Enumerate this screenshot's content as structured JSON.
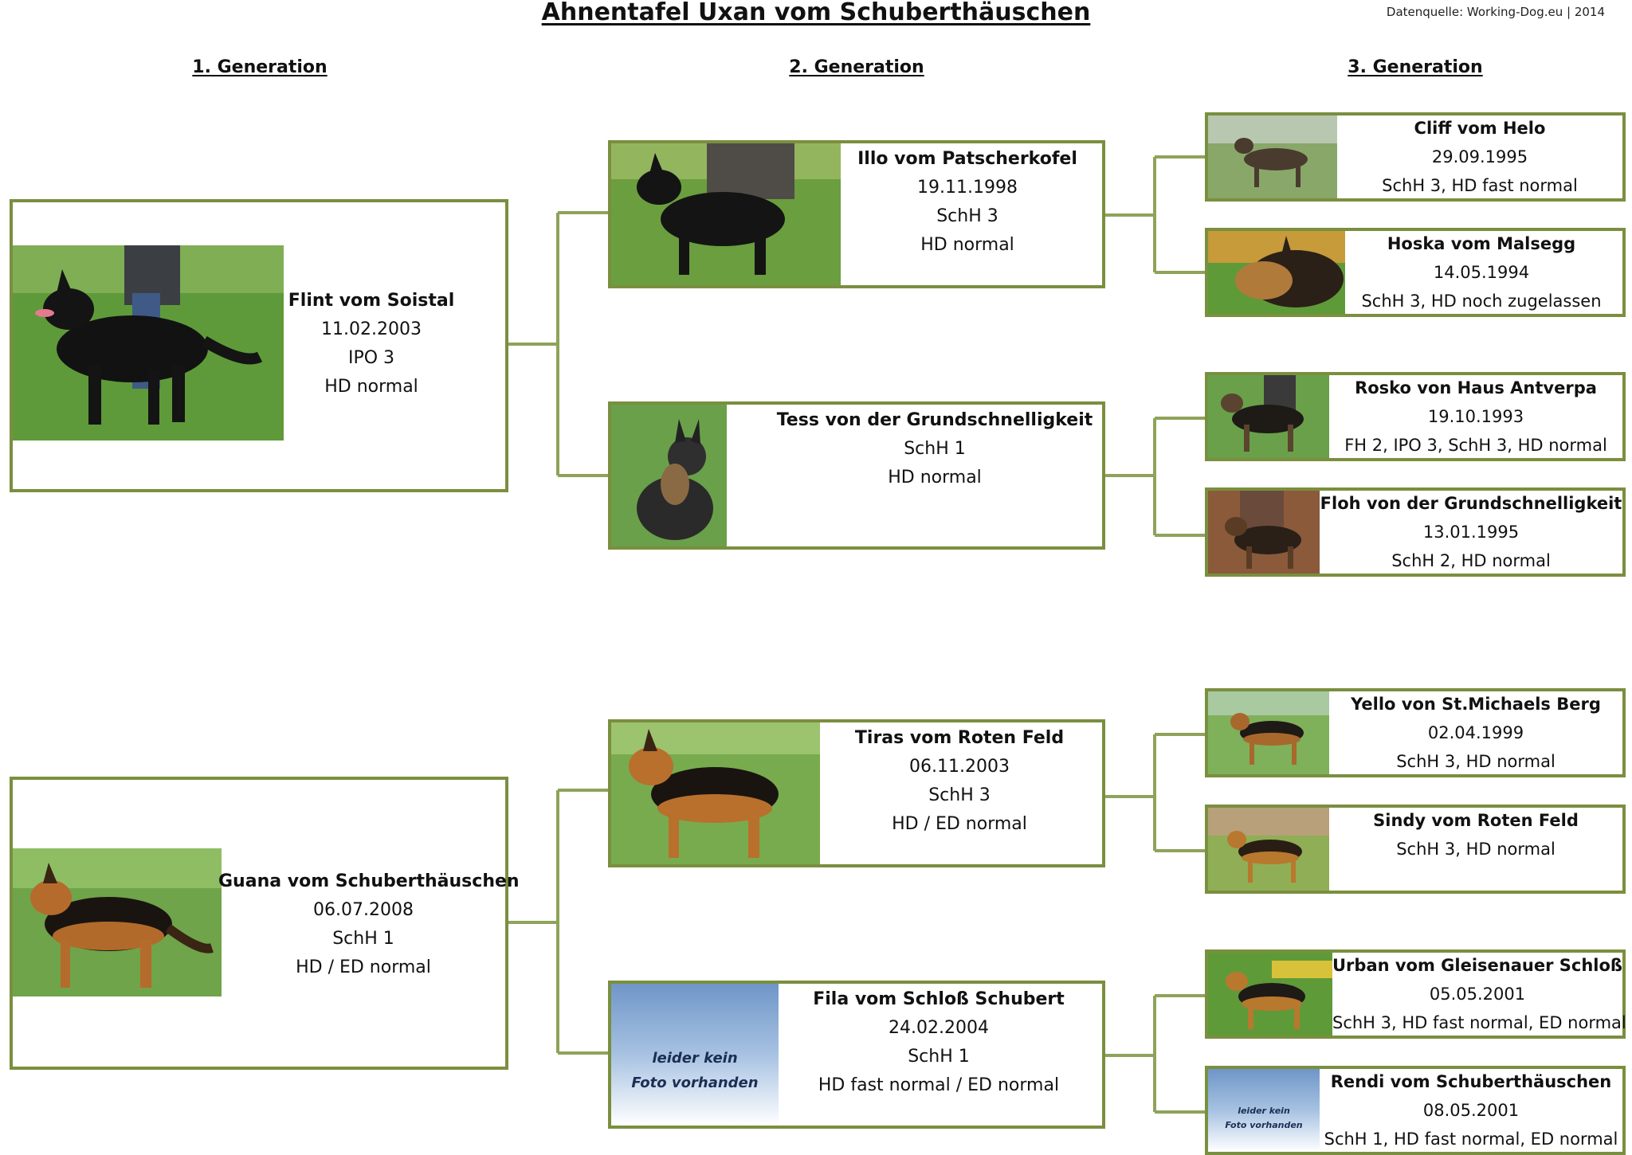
{
  "title": "Ahnentafel Uxan vom Schuberthäuschen",
  "source": "Datenquelle: Working-Dog.eu | 2014",
  "generations": [
    "1. Generation",
    "2. Generation",
    "3. Generation"
  ],
  "no_photo": {
    "line1": "leider kein",
    "line2": "Foto vorhanden"
  },
  "colors": {
    "border": "#7a8f3f",
    "line": "#8ea35a"
  },
  "gen1": [
    {
      "name": "Flint vom Soistal",
      "lines": [
        "11.02.2003",
        "IPO 3",
        "HD normal"
      ]
    },
    {
      "name": "Guana vom Schuberthäuschen",
      "lines": [
        "06.07.2008",
        "SchH 1",
        "HD / ED normal"
      ]
    }
  ],
  "gen2": [
    {
      "name": "Illo vom Patscherkofel",
      "lines": [
        "19.11.1998",
        "SchH 3",
        "HD normal"
      ]
    },
    {
      "name": "Tess von der Grundschnelligkeit",
      "lines": [
        "SchH 1",
        "HD normal",
        ""
      ]
    },
    {
      "name": "Tiras vom Roten Feld",
      "lines": [
        "06.11.2003",
        "SchH 3",
        "HD / ED normal"
      ]
    },
    {
      "name": "Fila vom Schloß Schubert",
      "lines": [
        "24.02.2004",
        "SchH 1",
        "HD fast normal / ED normal"
      ]
    }
  ],
  "gen3": [
    {
      "name": "Cliff vom Helo",
      "lines": [
        "29.09.1995",
        "SchH 3, HD fast normal"
      ]
    },
    {
      "name": "Hoska vom Malsegg",
      "lines": [
        "14.05.1994",
        "SchH 3, HD noch zugelassen"
      ]
    },
    {
      "name": "Rosko von Haus Antverpa",
      "lines": [
        "19.10.1993",
        "FH 2, IPO 3, SchH 3, HD normal"
      ]
    },
    {
      "name": "Floh von der Grundschnelligkeit",
      "lines": [
        "13.01.1995",
        "SchH 2, HD normal"
      ]
    },
    {
      "name": "Yello von St.Michaels Berg",
      "lines": [
        "02.04.1999",
        "SchH 3, HD normal"
      ]
    },
    {
      "name": "Sindy vom Roten Feld",
      "lines": [
        "SchH 3, HD normal",
        ""
      ]
    },
    {
      "name": "Urban vom Gleisenauer Schloß",
      "lines": [
        "05.05.2001",
        "SchH 3, HD fast normal, ED normal"
      ]
    },
    {
      "name": "Rendi vom Schuberthäuschen",
      "lines": [
        "08.05.2001",
        "SchH 1, HD fast normal, ED normal"
      ]
    }
  ]
}
